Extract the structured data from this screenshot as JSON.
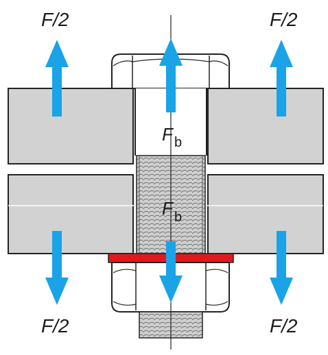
{
  "labels": {
    "top_left": "F/2",
    "top_right": "F/2",
    "bottom_left": "F/2",
    "bottom_right": "F/2",
    "bolt_force_symbol": "F",
    "bolt_force_subscript": "b"
  },
  "colors": {
    "arrow": "#1aa3e6",
    "plate_fill": "#d2d2d2",
    "outline": "#222222",
    "washer": "#e0191e",
    "thread": "#bdbdbd"
  }
}
